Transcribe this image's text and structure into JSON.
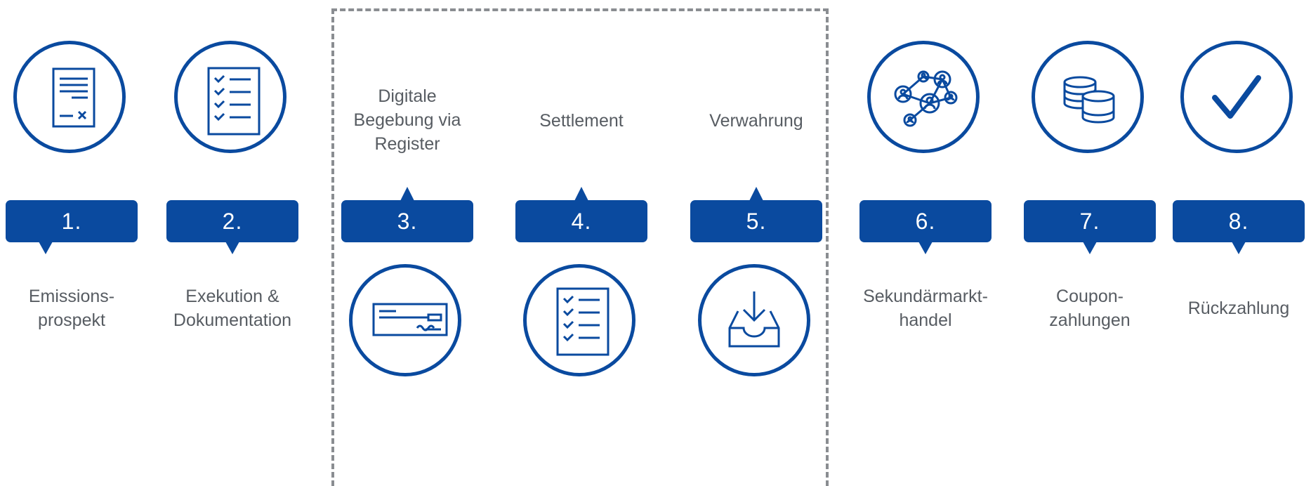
{
  "colors": {
    "primary": "#0a4a9f",
    "text": "#575c62",
    "frame": "#8a8d91"
  },
  "steps": [
    {
      "number": "1.",
      "label_lines": [
        "Emissions-",
        "prospekt"
      ],
      "icon": "document-signature-icon"
    },
    {
      "number": "2.",
      "label_lines": [
        "Exekution &",
        "Dokumentation"
      ],
      "icon": "checklist-icon"
    },
    {
      "number": "3.",
      "label_lines": [
        "Digitale",
        "Begebung via",
        "Register"
      ],
      "icon": "cheque-icon"
    },
    {
      "number": "4.",
      "label_lines": [
        "Settlement"
      ],
      "icon": "checklist-icon"
    },
    {
      "number": "5.",
      "label_lines": [
        "Verwahrung"
      ],
      "icon": "inbox-download-icon"
    },
    {
      "number": "6.",
      "label_lines": [
        "Sekundärmarkt-",
        "handel"
      ],
      "icon": "network-icon"
    },
    {
      "number": "7.",
      "label_lines": [
        "Coupon-",
        "zahlungen"
      ],
      "icon": "coins-icon"
    },
    {
      "number": "8.",
      "label_lines": [
        "Rückzahlung"
      ],
      "icon": "checkmark-icon"
    }
  ]
}
